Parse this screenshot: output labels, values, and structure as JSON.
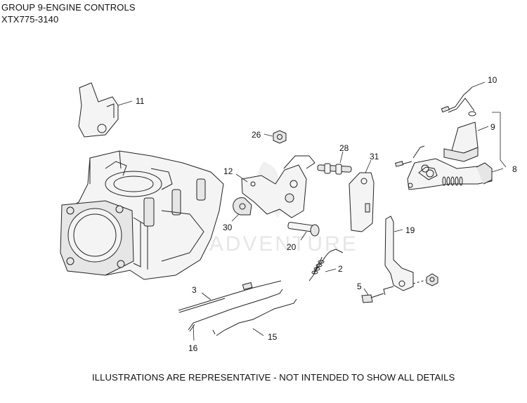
{
  "header": {
    "title": "GROUP 9-ENGINE CONTROLS",
    "code": "XTX775-3140"
  },
  "footer": {
    "note": "ILLUSTRATIONS ARE REPRESENTATIVE - NOT INTENDED TO SHOW ALL DETAILS"
  },
  "watermark": "LEADVENTURE",
  "callouts": [
    "11",
    "10",
    "9",
    "8",
    "26",
    "28",
    "31",
    "12",
    "30",
    "20",
    "19",
    "2",
    "3",
    "5",
    "16",
    "15"
  ]
}
